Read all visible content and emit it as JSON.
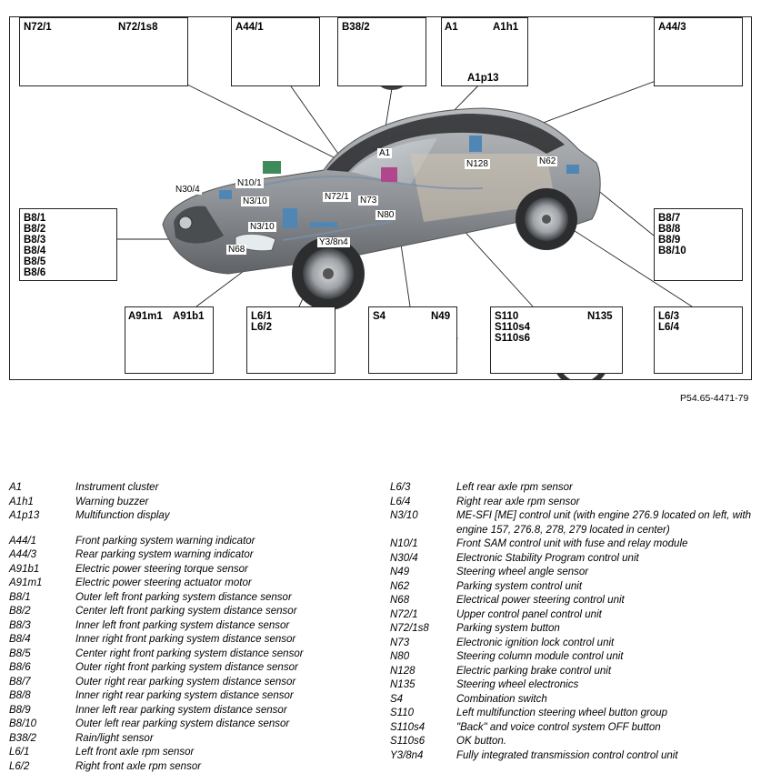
{
  "figure": {
    "code": "P54.65-4471-79",
    "insets": {
      "n72": [
        "N72/1",
        "N72/1s8"
      ],
      "a441": [
        "A44/1"
      ],
      "b382": [
        "B38/2"
      ],
      "a1": [
        "A1",
        "A1h1",
        "A1p13"
      ],
      "a443": [
        "A44/3"
      ],
      "b8front": [
        "B8/1",
        "B8/2",
        "B8/3",
        "B8/4",
        "B8/5",
        "B8/6"
      ],
      "b8rear": [
        "B8/7",
        "B8/8",
        "B8/9",
        "B8/10"
      ],
      "a91": [
        "A91m1",
        "A91b1"
      ],
      "l61": [
        "L6/1",
        "L6/2"
      ],
      "s4": [
        "S4",
        "N49"
      ],
      "s110": [
        "S110",
        "S110s4",
        "S110s6",
        "N135"
      ],
      "l63": [
        "L6/3",
        "L6/4"
      ]
    },
    "callouts": [
      "A1",
      "N10/1",
      "N30/4",
      "N3/10",
      "N72/1",
      "N73",
      "N80",
      "N128",
      "N62",
      "N3/10",
      "N68",
      "Y3/8n4"
    ]
  },
  "legend": {
    "left": [
      {
        "code": "A1",
        "desc": "Instrument cluster"
      },
      {
        "code": "A1h1",
        "desc": "Warning buzzer"
      },
      {
        "code": "A1p13",
        "desc": "Multifunction display"
      },
      {
        "code": "A44/1",
        "desc": "Front parking system warning indicator",
        "gap": true
      },
      {
        "code": "A44/3",
        "desc": "Rear parking system warning indicator"
      },
      {
        "code": "A91b1",
        "desc": "Electric power steering torque sensor"
      },
      {
        "code": "A91m1",
        "desc": "Electric power steering actuator motor"
      },
      {
        "code": "B8/1",
        "desc": "Outer left front parking system distance sensor"
      },
      {
        "code": "B8/2",
        "desc": "Center left front parking system distance sensor"
      },
      {
        "code": "B8/3",
        "desc": "Inner left front parking system distance sensor"
      },
      {
        "code": "B8/4",
        "desc": "Inner right front parking system distance sensor"
      },
      {
        "code": "B8/5",
        "desc": "Center right front parking system distance sensor"
      },
      {
        "code": "B8/6",
        "desc": "Outer right front parking system distance sensor"
      },
      {
        "code": "B8/7",
        "desc": "Outer right rear parking system distance sensor"
      },
      {
        "code": "B8/8",
        "desc": "Inner right rear parking system distance sensor"
      },
      {
        "code": "B8/9",
        "desc": "Inner left rear parking system distance sensor"
      },
      {
        "code": "B8/10",
        "desc": "Outer left rear parking system distance sensor"
      },
      {
        "code": "B38/2",
        "desc": "Rain/light sensor"
      },
      {
        "code": "L6/1",
        "desc": "Left front axle rpm sensor"
      },
      {
        "code": "L6/2",
        "desc": "Right front axle rpm sensor"
      }
    ],
    "right": [
      {
        "code": "L6/3",
        "desc": "Left rear axle rpm sensor"
      },
      {
        "code": "L6/4",
        "desc": "Right rear axle rpm sensor"
      },
      {
        "code": "N3/10",
        "desc": "ME-SFI [ME] control unit (with engine 276.9 located on left, with engine 157, 276.8, 278, 279 located in center)"
      },
      {
        "code": "N10/1",
        "desc": "Front SAM control unit with fuse and relay module"
      },
      {
        "code": "N30/4",
        "desc": "Electronic Stability Program control unit"
      },
      {
        "code": "N49",
        "desc": "Steering wheel angle sensor"
      },
      {
        "code": "N62",
        "desc": "Parking system control unit"
      },
      {
        "code": "N68",
        "desc": "Electrical power steering control unit"
      },
      {
        "code": "N72/1",
        "desc": "Upper control panel control unit"
      },
      {
        "code": "N72/1s8",
        "desc": "Parking system button"
      },
      {
        "code": "N73",
        "desc": "Electronic ignition lock control unit"
      },
      {
        "code": "N80",
        "desc": "Steering column module control unit"
      },
      {
        "code": "N128",
        "desc": "Electric parking brake control unit"
      },
      {
        "code": "N135",
        "desc": "Steering wheel electronics"
      },
      {
        "code": "S4",
        "desc": "Combination switch"
      },
      {
        "code": "S110",
        "desc": "Left multifunction steering wheel button group"
      },
      {
        "code": "S110s4",
        "desc": "\"Back\" and voice control system OFF button"
      },
      {
        "code": "S110s6",
        "desc": "OK button."
      },
      {
        "code": "Y3/8n4",
        "desc": "Fully integrated transmission control control unit"
      }
    ]
  }
}
